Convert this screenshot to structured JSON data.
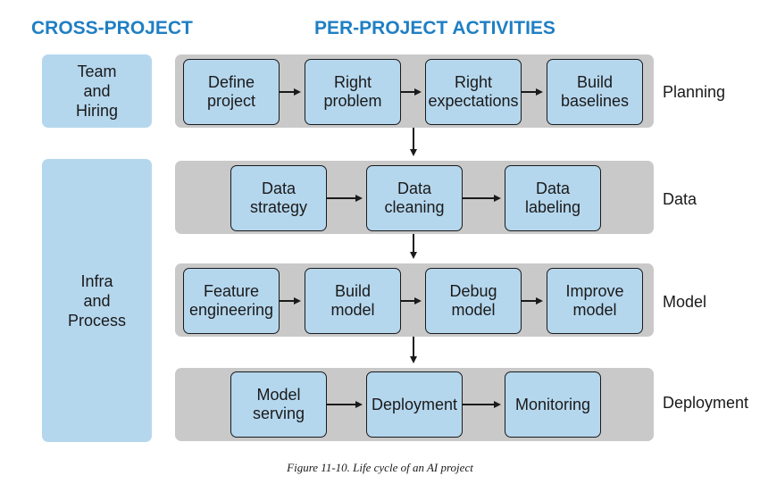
{
  "headers": {
    "cross_project": "CROSS-PROJECT",
    "per_project": "PER-PROJECT ACTIVITIES"
  },
  "cross_project": [
    {
      "label": "Team\nand\nHiring"
    },
    {
      "label": "Infra\nand\nProcess"
    }
  ],
  "stages": [
    {
      "name": "Planning",
      "steps": [
        "Define\nproject",
        "Right\nproblem",
        "Right\nexpectations",
        "Build\nbaselines"
      ]
    },
    {
      "name": "Data",
      "steps": [
        "Data\nstrategy",
        "Data\ncleaning",
        "Data\nlabeling"
      ]
    },
    {
      "name": "Model",
      "steps": [
        "Feature\nengineering",
        "Build\nmodel",
        "Debug\nmodel",
        "Improve\nmodel"
      ]
    },
    {
      "name": "Deployment",
      "steps": [
        "Model\nserving",
        "Deployment",
        "Monitoring"
      ]
    }
  ],
  "caption": "Figure 11-10. Life cycle of an AI project",
  "colors": {
    "header_blue": "#1f7fc4",
    "box_fill": "#b5d7ee",
    "band_fill": "#c9c9c9"
  }
}
